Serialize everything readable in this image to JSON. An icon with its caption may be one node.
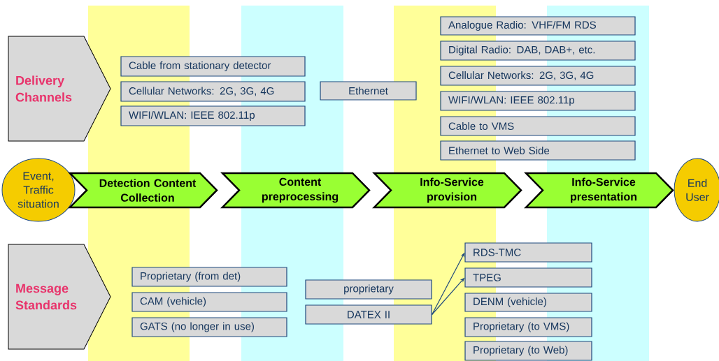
{
  "diagram": {
    "nodes": [
      {
        "text": [
          "Delivery Channels"
        ]
      },
      {
        "text": [
          "Cable from stationary detector"
        ]
      },
      {
        "text": [
          "Cellular Networks: 2G, 3G, 4G"
        ]
      },
      {
        "text": [
          "WIFI/WLAN: IEEE 802.11p"
        ]
      },
      {
        "text": [
          "Ethernet"
        ]
      },
      {
        "text": [
          "Analogue Radio: VHF/FM RDS"
        ]
      },
      {
        "text": [
          "Digital Radio: DAB, DAB+, etc."
        ]
      },
      {
        "text": [
          "Cellular Networks: 2G, 3G, 4G"
        ]
      },
      {
        "text": [
          "WIFI/WLAN: IEEE 802.11p"
        ]
      },
      {
        "text": [
          "Cable to VMS"
        ]
      },
      {
        "text": [
          "Ethernet to Web Side"
        ]
      },
      {
        "text": [
          "Event, Traffic situation"
        ]
      },
      {
        "text": [
          "Detection Content Collection"
        ]
      },
      {
        "text": [
          "Content preprocessing"
        ]
      },
      {
        "text": [
          "Info-Service provision"
        ]
      },
      {
        "text": [
          "Info-Service presentation"
        ]
      },
      {
        "text": [
          "End User"
        ]
      },
      {
        "text": [
          "Message Standards"
        ]
      },
      {
        "text": [
          "Proprietary (from det)"
        ]
      },
      {
        "text": [
          "CAM (vehicle)"
        ]
      },
      {
        "text": [
          "GATS (no longer in use)"
        ]
      },
      {
        "text": [
          "proprietary"
        ]
      },
      {
        "text": [
          "DATEX II"
        ]
      },
      {
        "text": [
          "RDS-TMC"
        ]
      },
      {
        "text": [
          "TPEG"
        ]
      },
      {
        "text": [
          "DENM (vehicle)"
        ]
      },
      {
        "text": [
          "Proprietary (to VMS)"
        ]
      },
      {
        "text": [
          "Proprietary (to Web)"
        ]
      }
    ],
    "edges": [
      {
        "from": 22,
        "to": 23,
        "arrow": "to"
      },
      {
        "from": 22,
        "to": 24,
        "arrow": "to"
      }
    ]
  }
}
